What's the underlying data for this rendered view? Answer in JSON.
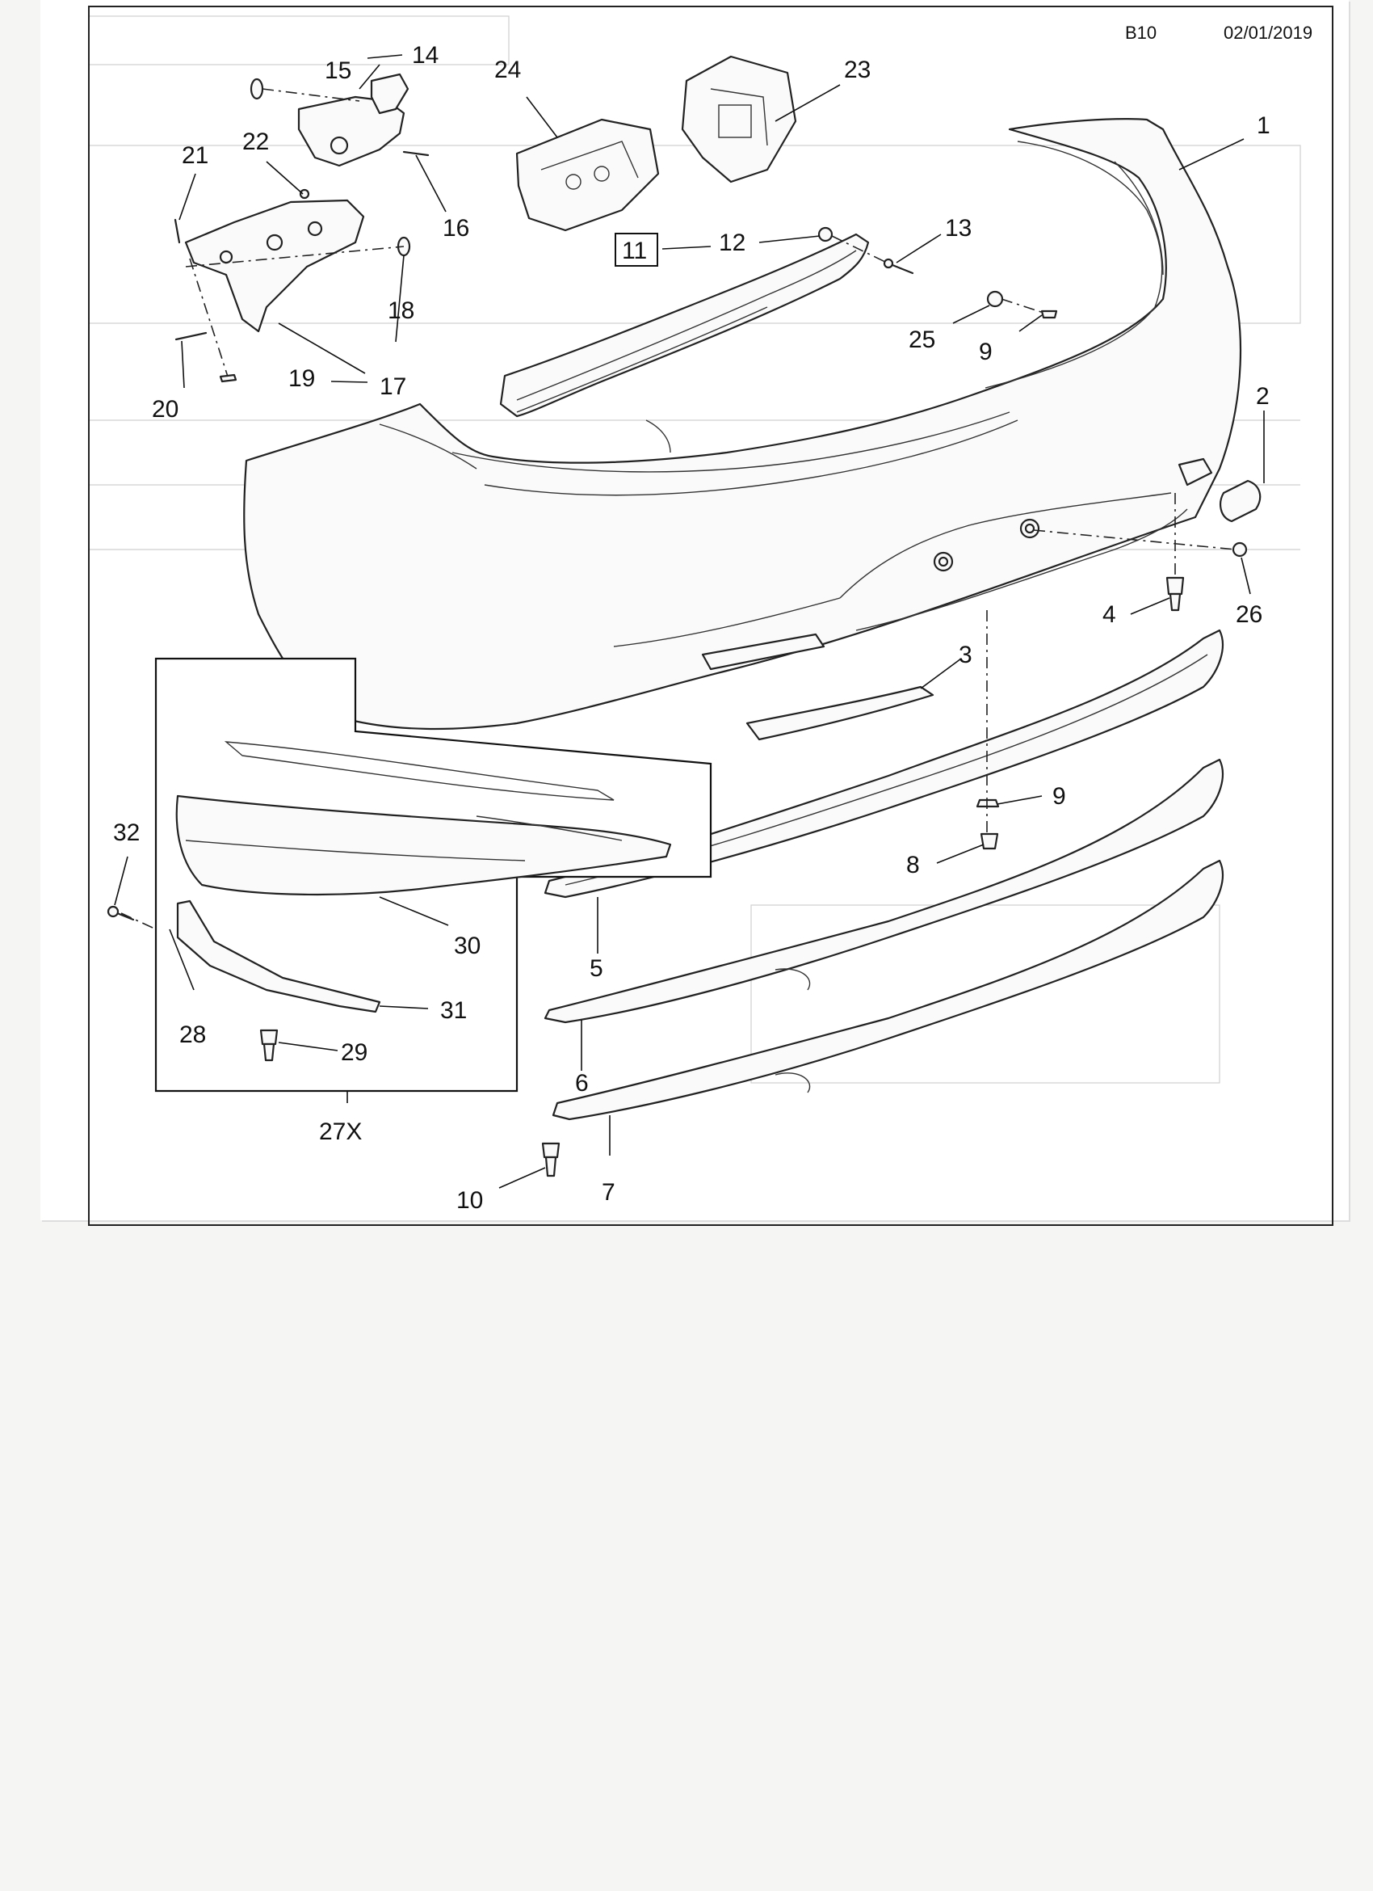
{
  "header": {
    "sheet_code": "B10",
    "date": "02/01/2019"
  },
  "inset": {
    "label": "27X"
  },
  "callouts": {
    "c1": "1",
    "c2": "2",
    "c3": "3",
    "c4": "4",
    "c5": "5",
    "c6": "6",
    "c7": "7",
    "c8": "8",
    "c9a": "9",
    "c9b": "9",
    "c10": "10",
    "c11": "11",
    "c12": "12",
    "c13": "13",
    "c14": "14",
    "c15": "15",
    "c16": "16",
    "c17": "17",
    "c18": "18",
    "c19": "19",
    "c20": "20",
    "c21": "21",
    "c22": "22",
    "c23": "23",
    "c24": "24",
    "c25": "25",
    "c26": "26",
    "c28": "28",
    "c29": "29",
    "c30": "30",
    "c31": "31",
    "c32": "32"
  }
}
